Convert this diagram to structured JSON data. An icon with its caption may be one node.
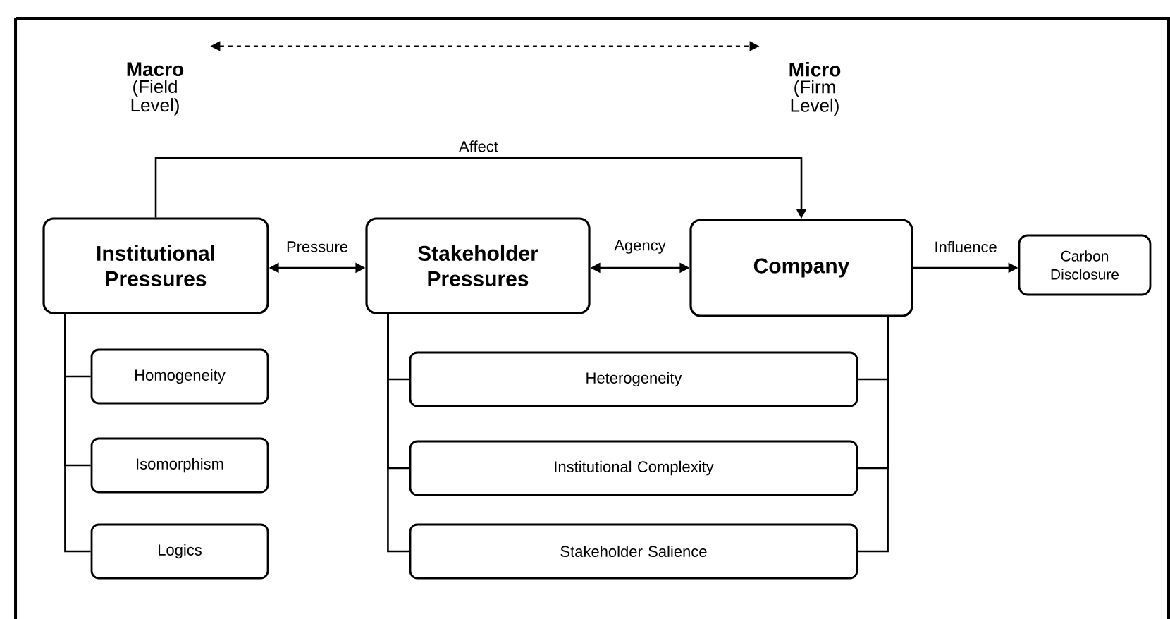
{
  "diagram": {
    "nodes": [
      {
        "text": [
          "Macro",
          "(Field Level)"
        ]
      },
      {
        "text": [
          "Micro",
          "(Firm Level)"
        ]
      },
      {
        "text": [
          "Institutional Pressures"
        ]
      },
      {
        "text": [
          "Stakeholder Pressures"
        ]
      },
      {
        "text": [
          "Company"
        ]
      },
      {
        "text": [
          "Carbon Disclosure"
        ]
      },
      {
        "text": [
          "Homogeneity"
        ]
      },
      {
        "text": [
          "Isomorphism"
        ]
      },
      {
        "text": [
          "Logics"
        ]
      },
      {
        "text": [
          "Heterogeneity"
        ]
      },
      {
        "text": [
          "Institutional Complexity"
        ]
      },
      {
        "text": [
          "Stakeholder Salience"
        ]
      }
    ],
    "edges": [
      {
        "from": 0,
        "to": 1,
        "arrow": "both",
        "style": "dashed"
      },
      {
        "from": 2,
        "to": 4,
        "arrow": "to",
        "label": "Affect"
      },
      {
        "from": 2,
        "to": 3,
        "arrow": "both",
        "label": "Pressure"
      },
      {
        "from": 3,
        "to": 4,
        "arrow": "both",
        "label": "Agency"
      },
      {
        "from": 4,
        "to": 5,
        "arrow": "to",
        "label": "Influence"
      },
      {
        "from": 2,
        "to": 6,
        "arrow": "none"
      },
      {
        "from": 2,
        "to": 7,
        "arrow": "none"
      },
      {
        "from": 2,
        "to": 8,
        "arrow": "none"
      },
      {
        "from": 3,
        "to": 9,
        "arrow": "none"
      },
      {
        "from": 3,
        "to": 10,
        "arrow": "none"
      },
      {
        "from": 3,
        "to": 11,
        "arrow": "none"
      },
      {
        "from": 4,
        "to": 9,
        "arrow": "none"
      },
      {
        "from": 4,
        "to": 10,
        "arrow": "none"
      },
      {
        "from": 4,
        "to": 11,
        "arrow": "none"
      }
    ]
  }
}
